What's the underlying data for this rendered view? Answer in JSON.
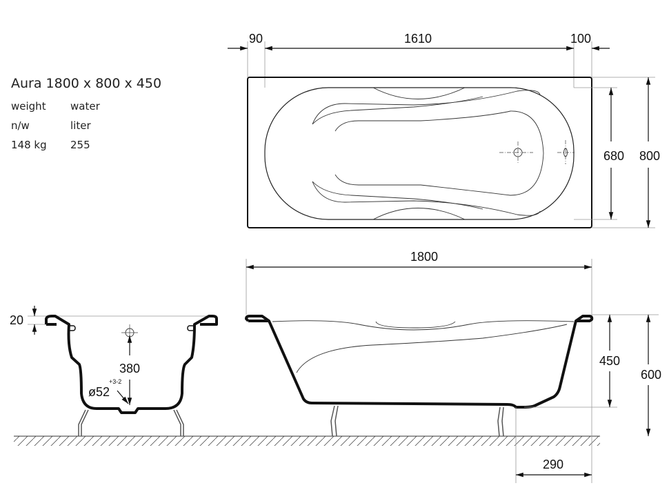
{
  "product": {
    "title": "Aura 1800 x 800 x 450",
    "specs": [
      {
        "a": "weight",
        "b": "water"
      },
      {
        "a": "n/w",
        "b": "liter"
      },
      {
        "a": "148 kg",
        "b": "255"
      }
    ]
  },
  "top_view": {
    "dim_left": "90",
    "dim_inner": "1610",
    "dim_right": "100",
    "dim_inner_width": "680",
    "dim_width": "800"
  },
  "side_view": {
    "dim_length": "1800",
    "dim_depth": "450",
    "dim_height": "600",
    "dim_drain_offset": "290"
  },
  "cross_section": {
    "dim_rim": "20",
    "dim_overflow": "380",
    "drain_diameter": "ø52",
    "drain_tolerance": "+3-2"
  }
}
